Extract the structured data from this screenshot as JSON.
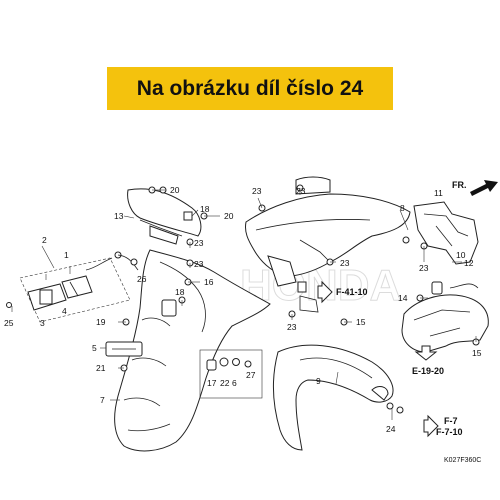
{
  "banner": {
    "text": "Na obrázku díl číslo 24",
    "color": "#f4c20d"
  },
  "watermark": "HONDA",
  "catalog_code": "K027F360C",
  "direction_label": "FR.",
  "references": {
    "f41": "F-41-10",
    "e19": "E-19-20",
    "f7": "F-7",
    "f710": "F-7-10"
  },
  "callouts": {
    "n1": "1",
    "n2": "2",
    "n3": "3",
    "n4": "4",
    "n5": "5",
    "n6": "6",
    "n7": "7",
    "n8": "8",
    "n9": "9",
    "n10": "10",
    "n11": "11",
    "n12": "12",
    "n13": "13",
    "n14": "14",
    "n15a": "15",
    "n15b": "15",
    "n16": "16",
    "n17": "17",
    "n18a": "18",
    "n18b": "18",
    "n19": "19",
    "n20a": "20",
    "n20b": "20",
    "n21": "21",
    "n22": "22",
    "n23a": "23",
    "n23b": "23",
    "n23c": "23",
    "n23d": "23",
    "n23e": "23",
    "n23f": "23",
    "n23g": "23",
    "n24": "24",
    "n25": "25",
    "n26": "26",
    "n27": "27"
  }
}
